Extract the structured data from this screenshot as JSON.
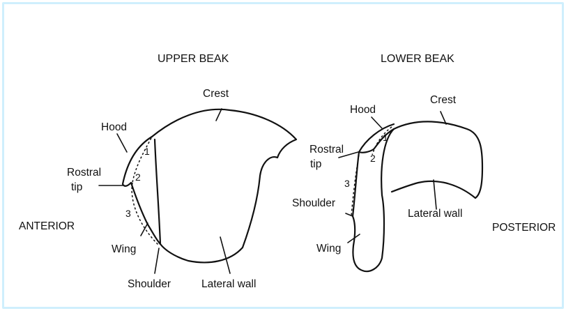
{
  "colors": {
    "frame_border": "#cfeffd",
    "ink": "#111111",
    "background": "#ffffff"
  },
  "titles": {
    "upper": "UPPER BEAK",
    "lower": "LOWER BEAK"
  },
  "orientation": {
    "anterior": "ANTERIOR",
    "posterior": "POSTERIOR"
  },
  "upper_beak": {
    "crest": "Crest",
    "hood": "Hood",
    "rostral_tip_line1": "Rostral",
    "rostral_tip_line2": "tip",
    "wing": "Wing",
    "shoulder": "Shoulder",
    "lateral_wall": "Lateral wall",
    "num1": "1",
    "num2": "2",
    "num3": "3"
  },
  "lower_beak": {
    "crest": "Crest",
    "hood": "Hood",
    "rostral_tip_line1": "Rostral",
    "rostral_tip_line2": "tip",
    "shoulder": "Shoulder",
    "wing": "Wing",
    "lateral_wall": "Lateral wall",
    "num1": "1",
    "num2": "2",
    "num3": "3"
  }
}
